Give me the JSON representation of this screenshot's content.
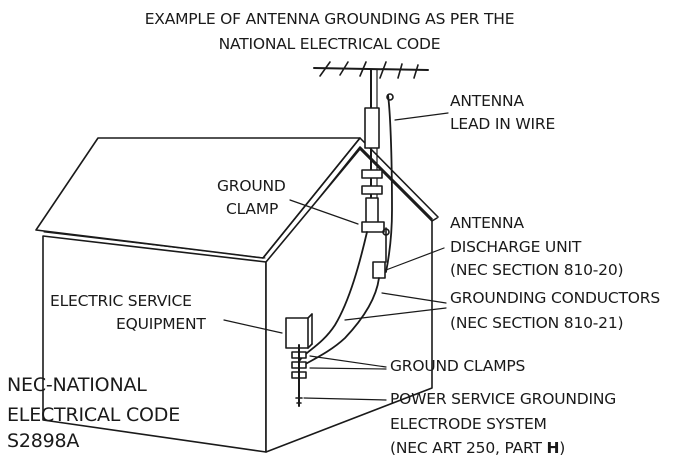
{
  "title": {
    "line1": "EXAMPLE OF ANTENNA GROUNDING AS PER THE",
    "line2": "NATIONAL ELECTRICAL CODE"
  },
  "labels": {
    "antenna_lead_in_wire": [
      "ANTENNA",
      "LEAD IN WIRE"
    ],
    "ground_clamp": [
      "GROUND",
      "CLAMP"
    ],
    "antenna_discharge_unit": [
      "ANTENNA",
      "DISCHARGE UNIT",
      "(NEC SECTION 810-20)"
    ],
    "grounding_conductors": [
      "GROUNDING CONDUCTORS",
      "(NEC SECTION 810-21)"
    ],
    "electric_service_equipment": [
      "ELECTRIC SERVICE",
      "EQUIPMENT"
    ],
    "ground_clamps": "GROUND CLAMPS",
    "power_service_grounding": [
      "POWER SERVICE GROUNDING",
      "ELECTRODE SYSTEM",
      "(NEC ART 250, PART "
    ],
    "power_service_part_letter": "H",
    "power_service_close": ")"
  },
  "footer": {
    "line1": "NEC-NATIONAL",
    "line2": "ELECTRICAL CODE",
    "line3": "S2898A"
  }
}
